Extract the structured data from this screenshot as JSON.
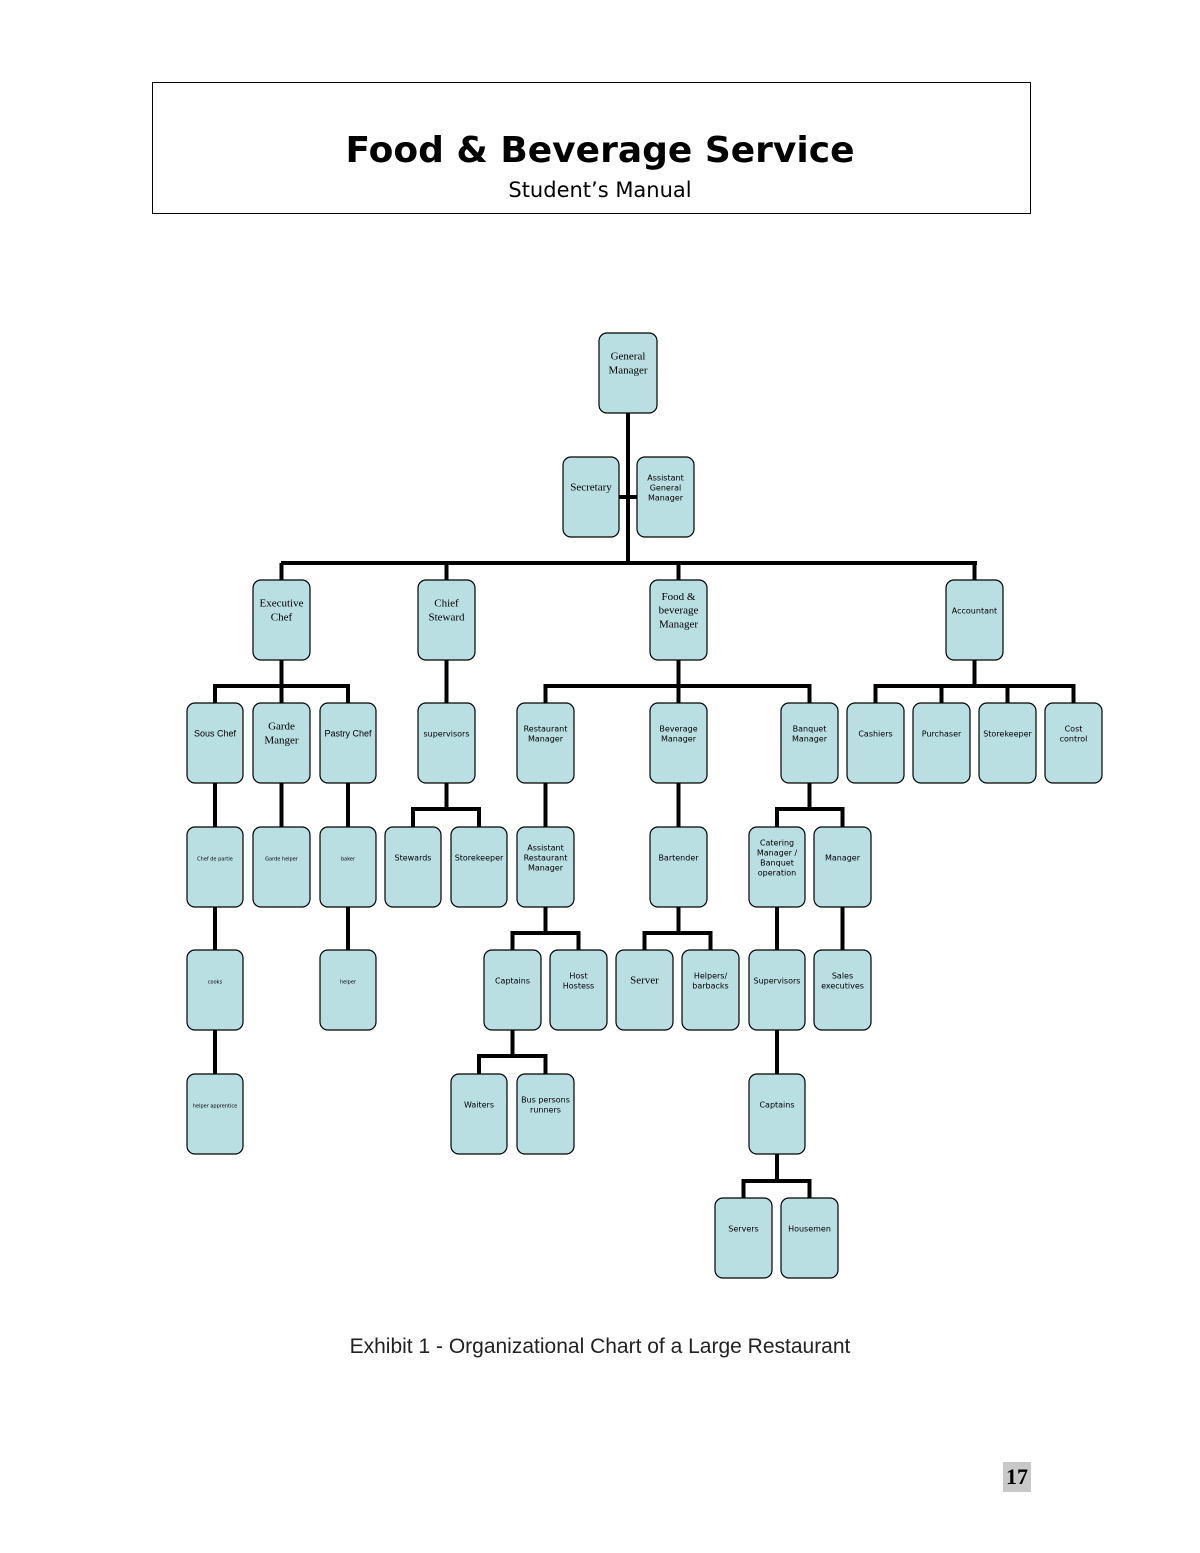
{
  "header": {
    "title": "Food & Beverage Service",
    "subtitle": "Student’s Manual"
  },
  "diagram": {
    "nodes": [
      {
        "id": "gm",
        "label": "General Manager"
      },
      {
        "id": "secretary",
        "label": "Secretary"
      },
      {
        "id": "agm",
        "label": "Assistant General Manager"
      },
      {
        "id": "exec-chef",
        "label": "Executive Chef"
      },
      {
        "id": "chief-steward",
        "label": "Chief Steward"
      },
      {
        "id": "fb-manager",
        "label": "Food & beverage Manager"
      },
      {
        "id": "accountant",
        "label": "Accountant"
      },
      {
        "id": "sous-chef",
        "label": "Sous Chef"
      },
      {
        "id": "garde-manger",
        "label": "Garde Manger"
      },
      {
        "id": "pastry-chef",
        "label": "Pastry Chef"
      },
      {
        "id": "supervisors",
        "label": "supervisors"
      },
      {
        "id": "restaurant-manager",
        "label": "Restaurant Manager"
      },
      {
        "id": "beverage-manager",
        "label": "Beverage Manager"
      },
      {
        "id": "banquet-manager",
        "label": "Banquet Manager"
      },
      {
        "id": "cashiers",
        "label": "Cashiers"
      },
      {
        "id": "purchaser",
        "label": "Purchaser"
      },
      {
        "id": "storekeeper-acc",
        "label": "Storekeeper"
      },
      {
        "id": "cost-control",
        "label": "Cost control"
      },
      {
        "id": "chef-de-partie",
        "label": "Chef de partie"
      },
      {
        "id": "garde-helper",
        "label": "Garde helper"
      },
      {
        "id": "baker",
        "label": "baker"
      },
      {
        "id": "stewards",
        "label": "Stewards"
      },
      {
        "id": "storekeeper-stew",
        "label": "Storekeeper"
      },
      {
        "id": "asst-restaurant-manager",
        "label": "Assistant Restaurant Manager"
      },
      {
        "id": "bartender",
        "label": "Bartender"
      },
      {
        "id": "catering-manager",
        "label": "Catering Manager / Banquet operation"
      },
      {
        "id": "manager",
        "label": "Manager"
      },
      {
        "id": "cooks",
        "label": "cooks"
      },
      {
        "id": "helper",
        "label": "helper"
      },
      {
        "id": "captains-rest",
        "label": "Captains"
      },
      {
        "id": "host-hostess",
        "label": "Host Hostess"
      },
      {
        "id": "server-bar",
        "label": "Server"
      },
      {
        "id": "helpers-barbacks",
        "label": "Helpers/ barbacks"
      },
      {
        "id": "supervisors-banq",
        "label": "Supervisors"
      },
      {
        "id": "sales-executives",
        "label": "Sales executives"
      },
      {
        "id": "helper-apprentice",
        "label": "helper apprentice"
      },
      {
        "id": "waiters",
        "label": "Waiters"
      },
      {
        "id": "bus-persons",
        "label": "Bus persons runners"
      },
      {
        "id": "captains-banq",
        "label": "Captains"
      },
      {
        "id": "servers",
        "label": "Servers"
      },
      {
        "id": "housemen",
        "label": "Housemen"
      }
    ]
  },
  "caption": "Exhibit 1 - Organizational Chart of a Large Restaurant",
  "page_number": "17",
  "colors": {
    "node_fill": "#b9dfe3",
    "node_stroke": "#000000",
    "connector": "#000000"
  }
}
